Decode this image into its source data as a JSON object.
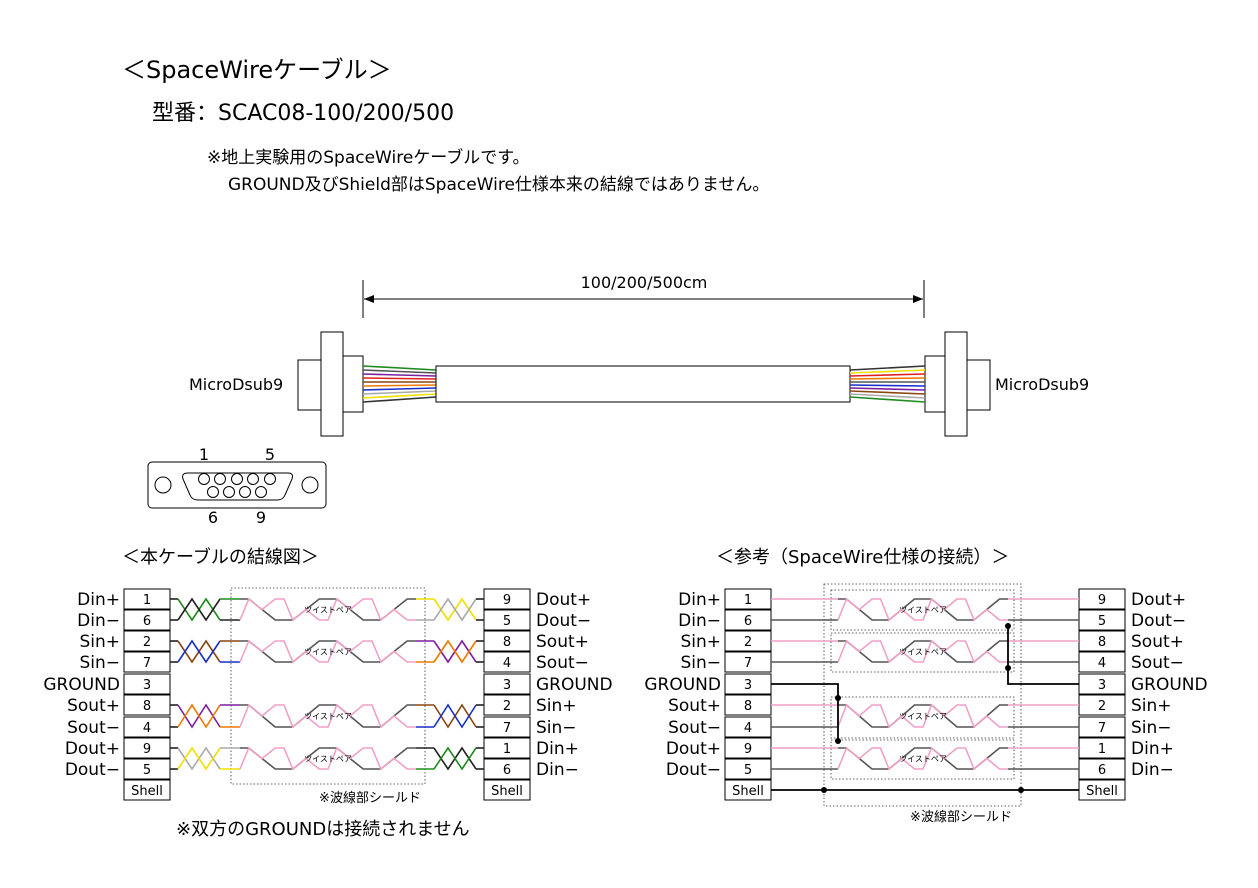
{
  "header": {
    "title": "＜SpaceWireケーブル＞",
    "model": "型番：SCAC08-100/200/500",
    "note1": "※地上実験用のSpaceWireケーブルです。",
    "note2": "GROUND及びShield部はSpaceWire仕様本来の結線ではありません。"
  },
  "cable": {
    "length_label": "100/200/500cm",
    "left_connector": "MicroDsub9",
    "right_connector": "MicroDsub9"
  },
  "pin_face": {
    "label_1": "1",
    "label_5": "5",
    "label_6": "6",
    "label_9": "9"
  },
  "wiring_left": {
    "title": "＜本ケーブルの結線図＞",
    "twisted_label": "ツイストペア",
    "shield_label": "※波線部シールド",
    "footnote": "※双方のGROUNDは接続されません"
  },
  "wiring_right": {
    "title": "＜参考（SpaceWire仕様の接続）＞",
    "twisted_label": "ツイストペア",
    "shield_label": "※波線部シールド"
  },
  "left_pins": [
    {
      "name": "Din+",
      "num": "1"
    },
    {
      "name": "Din−",
      "num": "6"
    },
    {
      "name": "Sin+",
      "num": "2"
    },
    {
      "name": "Sin−",
      "num": "7"
    },
    {
      "name": "GROUND",
      "num": "3"
    },
    {
      "name": "Sout+",
      "num": "8"
    },
    {
      "name": "Sout−",
      "num": "4"
    },
    {
      "name": "Dout+",
      "num": "9"
    },
    {
      "name": "Dout−",
      "num": "5"
    },
    {
      "name": "",
      "num": "Shell"
    }
  ],
  "right_pins": [
    {
      "name": "Dout+",
      "num": "9"
    },
    {
      "name": "Dout−",
      "num": "5"
    },
    {
      "name": "Sout+",
      "num": "8"
    },
    {
      "name": "Sout−",
      "num": "4"
    },
    {
      "name": "GROUND",
      "num": "3"
    },
    {
      "name": "Sin+",
      "num": "2"
    },
    {
      "name": "Sin−",
      "num": "7"
    },
    {
      "name": "Din+",
      "num": "1"
    },
    {
      "name": "Din−",
      "num": "6"
    },
    {
      "name": "",
      "num": "Shell"
    }
  ],
  "colors": {
    "pink": "#f0a0c8",
    "wire_gray": "#555555",
    "green": "#1f8a1f",
    "brown": "#8b4513",
    "blue": "#1a2fc8",
    "orange": "#f07800",
    "purple": "#7a1fa0",
    "red": "#e02020",
    "yellow": "#f0e000",
    "lightgray": "#aaaaaa"
  }
}
